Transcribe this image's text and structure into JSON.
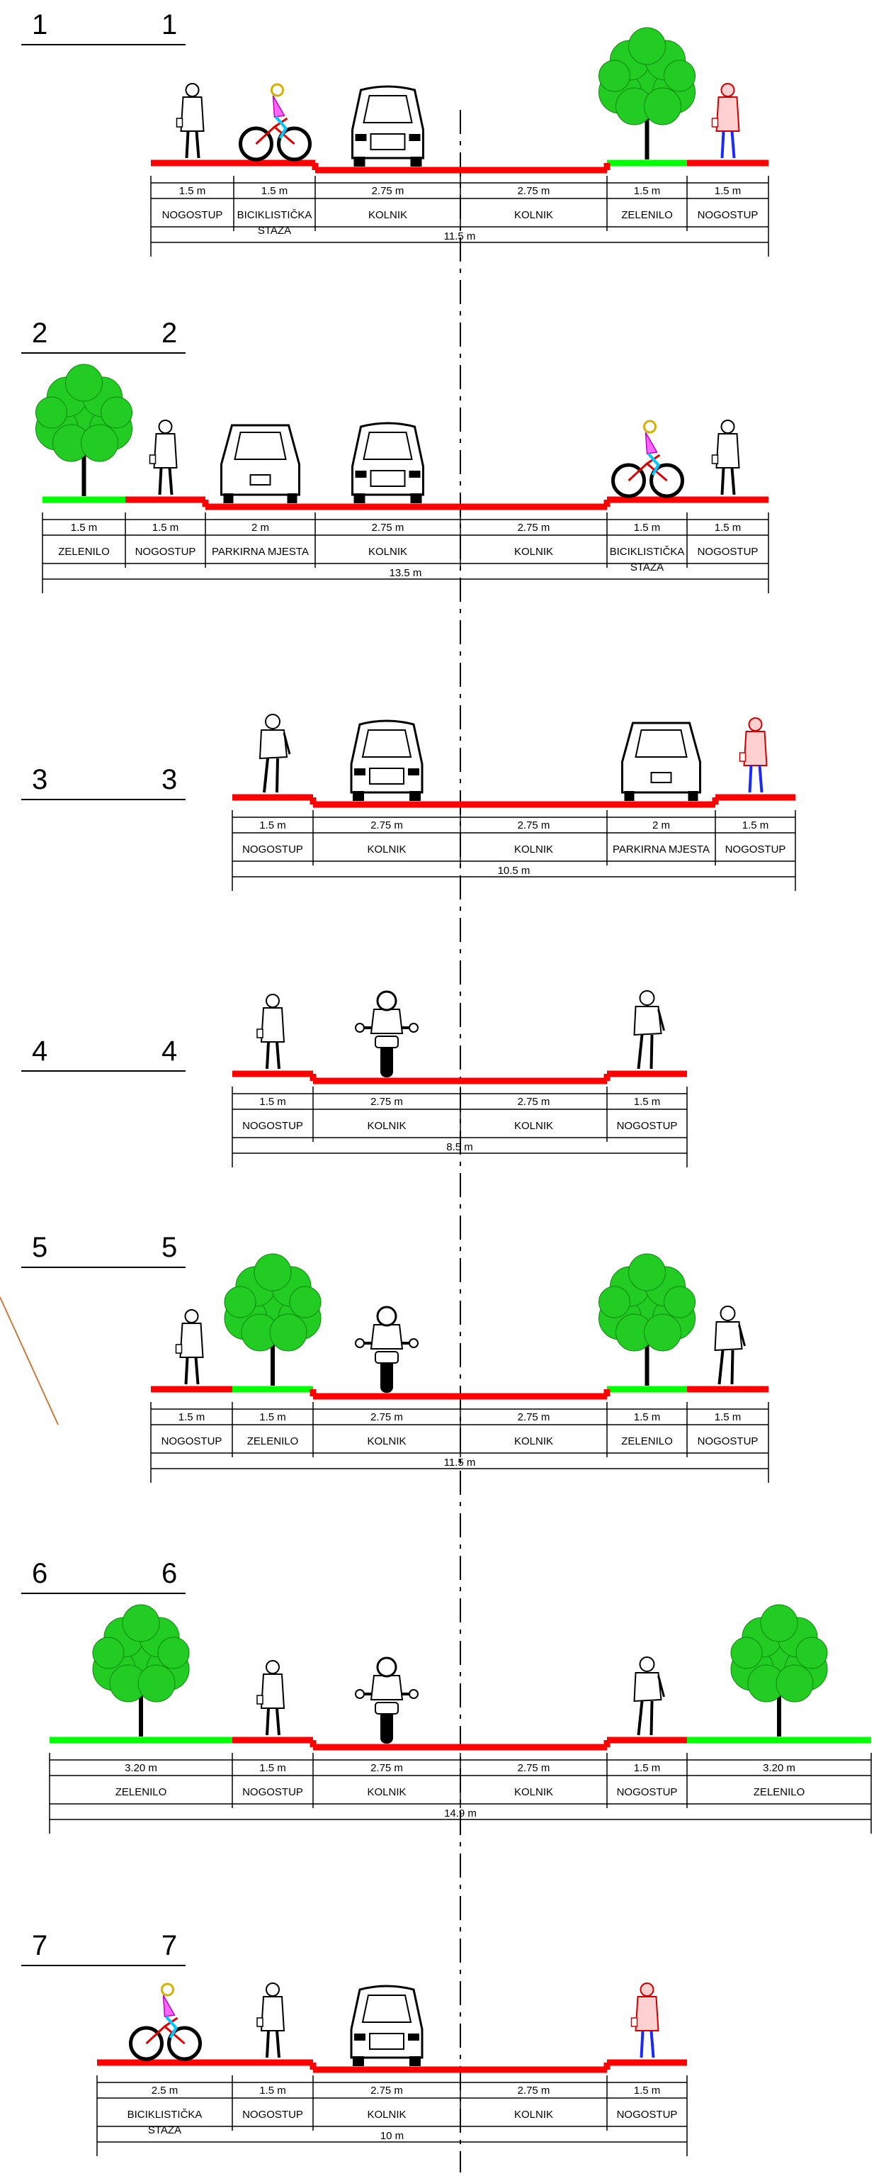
{
  "sections": [
    {
      "id": "1",
      "left": "1",
      "right": "1",
      "lanes": [
        {
          "width": "1.5 m",
          "name": "NOGOSTUP",
          "name2": "",
          "type": "walk",
          "figure": "pedestrian"
        },
        {
          "width": "1.5 m",
          "name": "BICIKLISTIČKA",
          "name2": "STAZA",
          "type": "walk",
          "figure": "cyclist"
        },
        {
          "width": "2.75 m",
          "name": "KOLNIK",
          "name2": "",
          "type": "road",
          "figure": "car-front"
        },
        {
          "width": "2.75 m",
          "name": "KOLNIK",
          "name2": "",
          "type": "road",
          "figure": ""
        },
        {
          "width": "1.5 m",
          "name": "ZELENILO",
          "name2": "",
          "type": "green",
          "figure": "tree"
        },
        {
          "width": "1.5 m",
          "name": "NOGOSTUP",
          "name2": "",
          "type": "walk",
          "figure": "pedestrian-red"
        }
      ],
      "total": "11.5 m"
    },
    {
      "id": "2",
      "left": "2",
      "right": "2",
      "lanes": [
        {
          "width": "1.5 m",
          "name": "ZELENILO",
          "name2": "",
          "type": "green",
          "figure": "tree"
        },
        {
          "width": "1.5 m",
          "name": "NOGOSTUP",
          "name2": "",
          "type": "walk",
          "figure": "pedestrian"
        },
        {
          "width": "2 m",
          "name": "PARKIRNA MJESTA",
          "name2": "",
          "type": "road",
          "figure": "car-rear"
        },
        {
          "width": "2.75 m",
          "name": "KOLNIK",
          "name2": "",
          "type": "road",
          "figure": "car-front"
        },
        {
          "width": "2.75 m",
          "name": "KOLNIK",
          "name2": "",
          "type": "road",
          "figure": ""
        },
        {
          "width": "1.5 m",
          "name": "BICIKLISTIČKA",
          "name2": "STAZA",
          "type": "walk",
          "figure": "cyclist"
        },
        {
          "width": "1.5 m",
          "name": "NOGOSTUP",
          "name2": "",
          "type": "walk",
          "figure": "pedestrian"
        }
      ],
      "total": "13.5 m"
    },
    {
      "id": "3",
      "left": "3",
      "right": "3",
      "lanes": [
        {
          "width": "1.5 m",
          "name": "NOGOSTUP",
          "name2": "",
          "type": "walk",
          "figure": "man"
        },
        {
          "width": "2.75 m",
          "name": "KOLNIK",
          "name2": "",
          "type": "road",
          "figure": "car-front"
        },
        {
          "width": "2.75 m",
          "name": "KOLNIK",
          "name2": "",
          "type": "road",
          "figure": ""
        },
        {
          "width": "2 m",
          "name": "PARKIRNA MJESTA",
          "name2": "",
          "type": "road",
          "figure": "car-rear"
        },
        {
          "width": "1.5 m",
          "name": "NOGOSTUP",
          "name2": "",
          "type": "walk",
          "figure": "pedestrian-red"
        }
      ],
      "total": "10.5 m"
    },
    {
      "id": "4",
      "left": "4",
      "right": "4",
      "lanes": [
        {
          "width": "1.5 m",
          "name": "NOGOSTUP",
          "name2": "",
          "type": "walk",
          "figure": "pedestrian"
        },
        {
          "width": "2.75 m",
          "name": "KOLNIK",
          "name2": "",
          "type": "road",
          "figure": "motorcycle"
        },
        {
          "width": "2.75 m",
          "name": "KOLNIK",
          "name2": "",
          "type": "road",
          "figure": ""
        },
        {
          "width": "1.5 m",
          "name": "NOGOSTUP",
          "name2": "",
          "type": "walk",
          "figure": "man"
        }
      ],
      "total": "8.5 m"
    },
    {
      "id": "5",
      "left": "5",
      "right": "5",
      "lanes": [
        {
          "width": "1.5 m",
          "name": "NOGOSTUP",
          "name2": "",
          "type": "walk",
          "figure": "pedestrian"
        },
        {
          "width": "1.5 m",
          "name": "ZELENILO",
          "name2": "",
          "type": "green",
          "figure": "tree"
        },
        {
          "width": "2.75 m",
          "name": "KOLNIK",
          "name2": "",
          "type": "road",
          "figure": "motorcycle"
        },
        {
          "width": "2.75 m",
          "name": "KOLNIK",
          "name2": "",
          "type": "road",
          "figure": ""
        },
        {
          "width": "1.5 m",
          "name": "ZELENILO",
          "name2": "",
          "type": "green",
          "figure": "tree"
        },
        {
          "width": "1.5 m",
          "name": "NOGOSTUP",
          "name2": "",
          "type": "walk",
          "figure": "man"
        }
      ],
      "total": "11.5 m"
    },
    {
      "id": "6",
      "left": "6",
      "right": "6",
      "lanes": [
        {
          "width": "3.20 m",
          "name": "ZELENILO",
          "name2": "",
          "type": "green",
          "figure": "tree"
        },
        {
          "width": "1.5 m",
          "name": "NOGOSTUP",
          "name2": "",
          "type": "walk",
          "figure": "pedestrian"
        },
        {
          "width": "2.75 m",
          "name": "KOLNIK",
          "name2": "",
          "type": "road",
          "figure": "motorcycle"
        },
        {
          "width": "2.75 m",
          "name": "KOLNIK",
          "name2": "",
          "type": "road",
          "figure": ""
        },
        {
          "width": "1.5 m",
          "name": "NOGOSTUP",
          "name2": "",
          "type": "walk",
          "figure": "man"
        },
        {
          "width": "3.20 m",
          "name": "ZELENILO",
          "name2": "",
          "type": "green",
          "figure": "tree"
        }
      ],
      "total": "14.9 m"
    },
    {
      "id": "7",
      "left": "7",
      "right": "7",
      "lanes": [
        {
          "width": "2.5 m",
          "name": "BICIKLISTIČKA",
          "name2": "STAZA",
          "type": "walk",
          "figure": "cyclist"
        },
        {
          "width": "1.5 m",
          "name": "NOGOSTUP",
          "name2": "",
          "type": "walk",
          "figure": "pedestrian"
        },
        {
          "width": "2.75 m",
          "name": "KOLNIK",
          "name2": "",
          "type": "road",
          "figure": "car-front"
        },
        {
          "width": "2.75 m",
          "name": "KOLNIK",
          "name2": "",
          "type": "road",
          "figure": ""
        },
        {
          "width": "1.5 m",
          "name": "NOGOSTUP",
          "name2": "",
          "type": "walk",
          "figure": "pedestrian-red"
        }
      ],
      "total": "10 m"
    }
  ],
  "colors": {
    "paving": "#ff0000",
    "green_strip": "#00ff00",
    "tree": "#22cc22",
    "line": "#000000",
    "stray_line": "#c87a3a"
  }
}
